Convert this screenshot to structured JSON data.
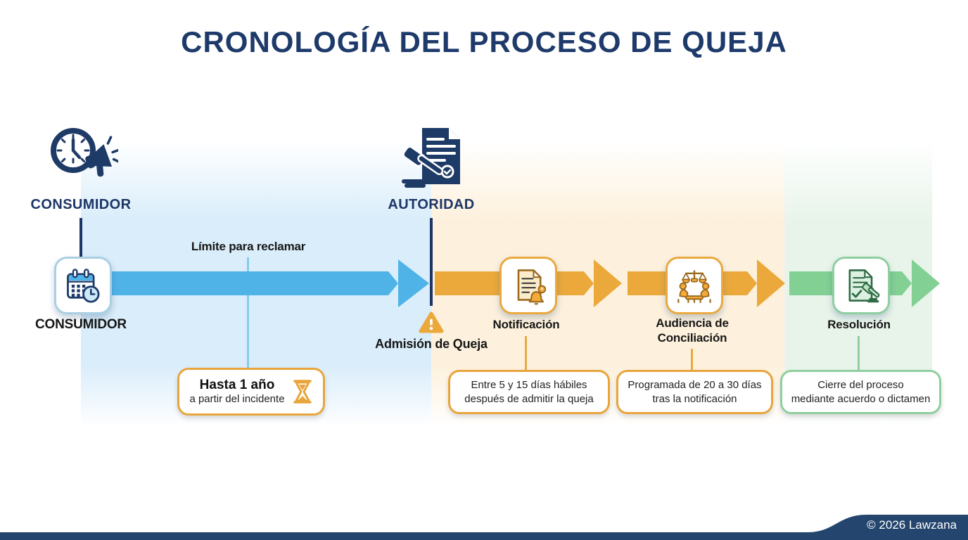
{
  "title": "CRONOLOGÍA DEL PROCESO DE QUEJA",
  "actors": {
    "consumer": "CONSUMIDOR",
    "authority": "AUTORIDAD"
  },
  "timeline": {
    "start_label": "CONSUMIDOR",
    "claim_limit_label": "Límite para reclamar",
    "admission_label": "Admisión de Queja",
    "milestones": [
      {
        "label": "Notificación"
      },
      {
        "label": "Audiencia de",
        "label2": "Conciliación"
      },
      {
        "label": "Resolución"
      }
    ]
  },
  "callouts": [
    {
      "line1": "Hasta 1 año",
      "line2": "a partir del incidente"
    },
    {
      "line1": "Entre 5 y 15 días hábiles",
      "line2": "después de admitir la queja"
    },
    {
      "line1": "Programada de 20 a 30 días",
      "line2": "tras la notificación"
    },
    {
      "line1": "Cierre del proceso",
      "line2": "mediante acuerdo o dictamen"
    }
  ],
  "footer": {
    "copyright": "© 2026 Lawzana"
  },
  "icons": {
    "consumer": "clock-megaphone-icon",
    "authority": "gavel-document-icon",
    "start": "calendar-clock-icon",
    "admission": "warning-icon",
    "notification": "document-bell-icon",
    "hearing": "conciliation-table-icon",
    "resolution": "document-gavel-icon",
    "deadline": "hourglass-icon"
  },
  "colors": {
    "navy": "#1d3a6b",
    "timeline_blue": "#4fb3e8",
    "timeline_orange": "#eba93c",
    "timeline_green": "#82d093",
    "wash_blue": "#d9edfa",
    "wash_orange": "#fdf1dd",
    "wash_green": "#e8f4ea",
    "footer_navy": "#24456e"
  }
}
